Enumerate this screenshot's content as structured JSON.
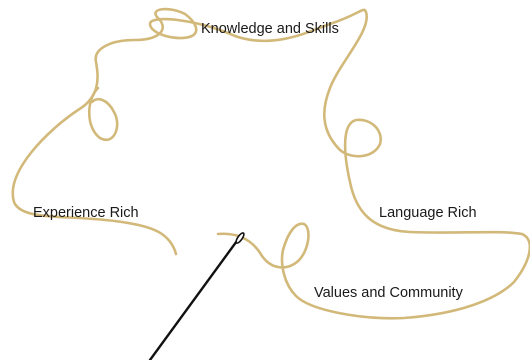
{
  "labels": {
    "knowledge": "Knowledge and Skills",
    "experience": "Experience Rich",
    "language": "Language Rich",
    "values": "Values and Community"
  },
  "colors": {
    "thread": "#d2b97a",
    "needle": "#111111",
    "text": "#1a1a1a",
    "background": "#ffffff"
  },
  "icons": {
    "thread": "wavy-gold-thread",
    "needle": "sewing-needle"
  }
}
